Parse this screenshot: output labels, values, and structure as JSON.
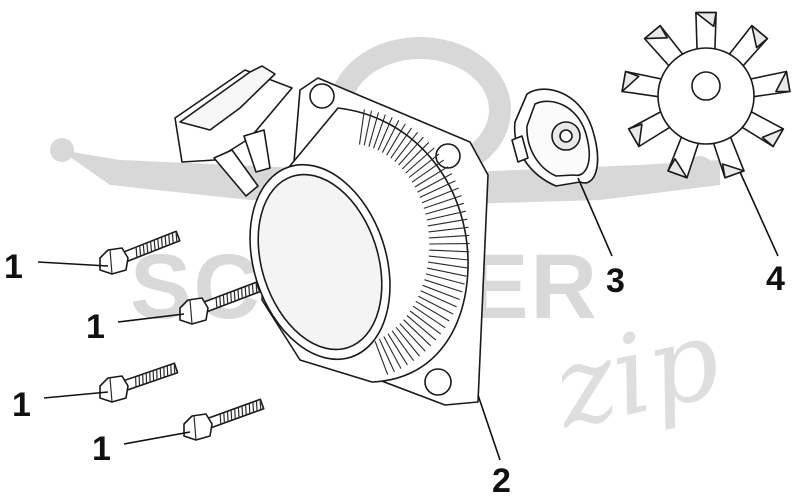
{
  "diagram": {
    "type": "exploded-parts-diagram",
    "callouts": [
      {
        "id": "bolt-1a",
        "label": "1"
      },
      {
        "id": "bolt-1b",
        "label": "1"
      },
      {
        "id": "bolt-1c",
        "label": "1"
      },
      {
        "id": "bolt-1d",
        "label": "1"
      },
      {
        "id": "starter-housing",
        "label": "2"
      },
      {
        "id": "pawl-plate",
        "label": "3"
      },
      {
        "id": "cooling-fan",
        "label": "4"
      }
    ]
  },
  "watermark": {
    "brand_text": "SCOOTER",
    "script_text": "zip"
  },
  "colors": {
    "line": "#1a1a1a",
    "watermark": "#d8d8d8",
    "background": "#ffffff"
  }
}
